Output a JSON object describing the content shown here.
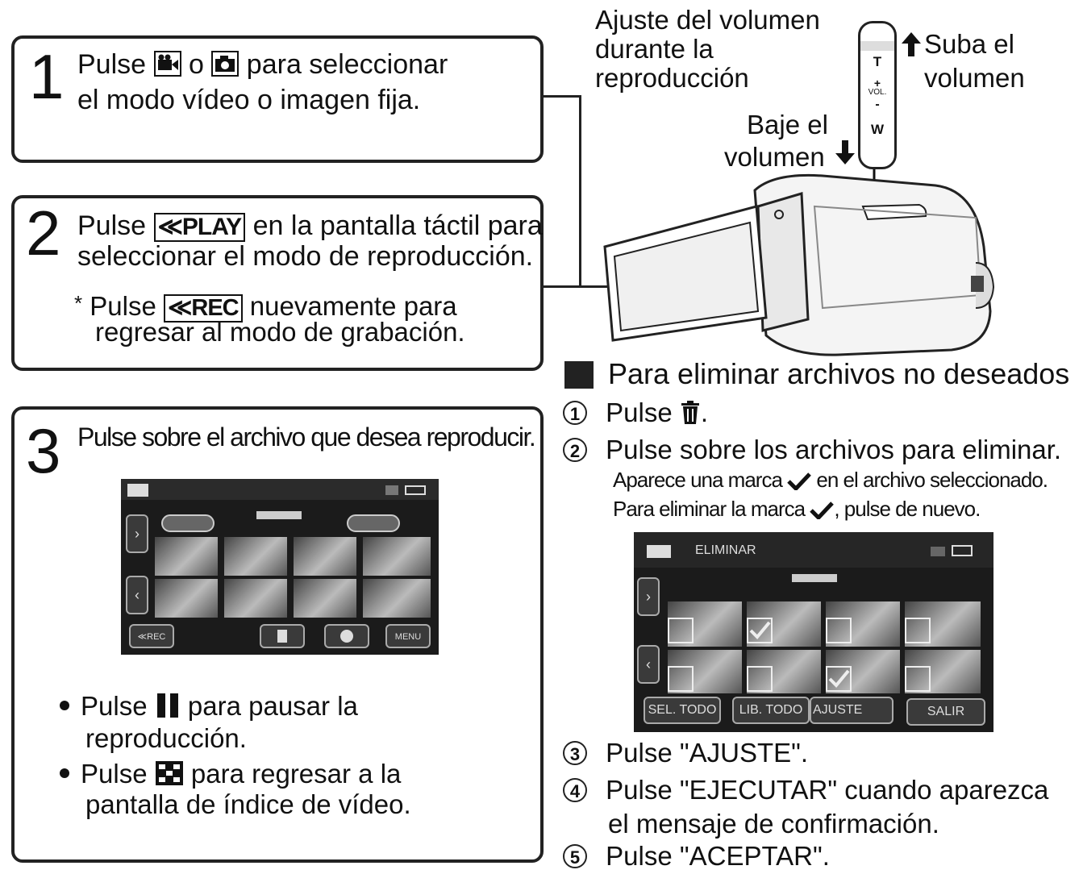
{
  "step1": {
    "num": "1",
    "pre": "Pulse",
    "or": "o",
    "post": "para seleccionar",
    "line2": "el modo vídeo o imagen fija."
  },
  "step2": {
    "num": "2",
    "pre": "Pulse",
    "play_label": "≪PLAY",
    "post": "en la pantalla táctil para",
    "line2": "seleccionar el modo de reproducción.",
    "note_star": "*",
    "note_pre": "Pulse",
    "rec_label": "≪REC",
    "note_post": "nuevamente para",
    "note_line2": "regresar al modo de grabación."
  },
  "step3": {
    "num": "3",
    "text": "Pulse sobre el archivo que desea reproducir.",
    "bullet1_pre": "Pulse",
    "bullet1_post": "para pausar la",
    "bullet1_line2": "reproducción.",
    "bullet2_pre": "Pulse",
    "bullet2_post": "para regresar a la",
    "bullet2_line2": "pantalla de índice de vídeo."
  },
  "volume": {
    "title_l1": "Ajuste del volumen",
    "title_l2": "durante la",
    "title_l3": "reproducción",
    "up_l1": "Suba el",
    "up_l2": "volumen",
    "down_l1": "Baje el",
    "down_l2": "volumen",
    "lever_t": "T",
    "lever_plus": "+",
    "lever_vol": "VOL.",
    "lever_minus": "-",
    "lever_w": "W"
  },
  "delete": {
    "heading": "Para eliminar archivos no deseados",
    "s1_num": "1",
    "s1_pre": "Pulse",
    "s1_post": ".",
    "s2_num": "2",
    "s2_text": "Pulse sobre los archivos para eliminar.",
    "s2_note1_pre": "Aparece una marca",
    "s2_note1_post": "en el archivo seleccionado.",
    "s2_note2_pre": "Para eliminar la marca",
    "s2_note2_post": ", pulse de nuevo.",
    "s3_num": "3",
    "s3_text": "Pulse \"AJUSTE\".",
    "s4_num": "4",
    "s4_text": "Pulse \"EJECUTAR\" cuando aparezca",
    "s4_line2": "el mensaje de confirmación.",
    "s5_num": "5",
    "s5_text": "Pulse \"ACEPTAR\"."
  },
  "screen_index": {
    "rec_button": "≪REC",
    "menu_button": "MENU"
  },
  "screen_delete": {
    "title": "ELIMINAR",
    "sel_all": "SEL. TODO",
    "lib_all": "LIB. TODO",
    "set": "AJUSTE",
    "exit": "SALIR"
  }
}
